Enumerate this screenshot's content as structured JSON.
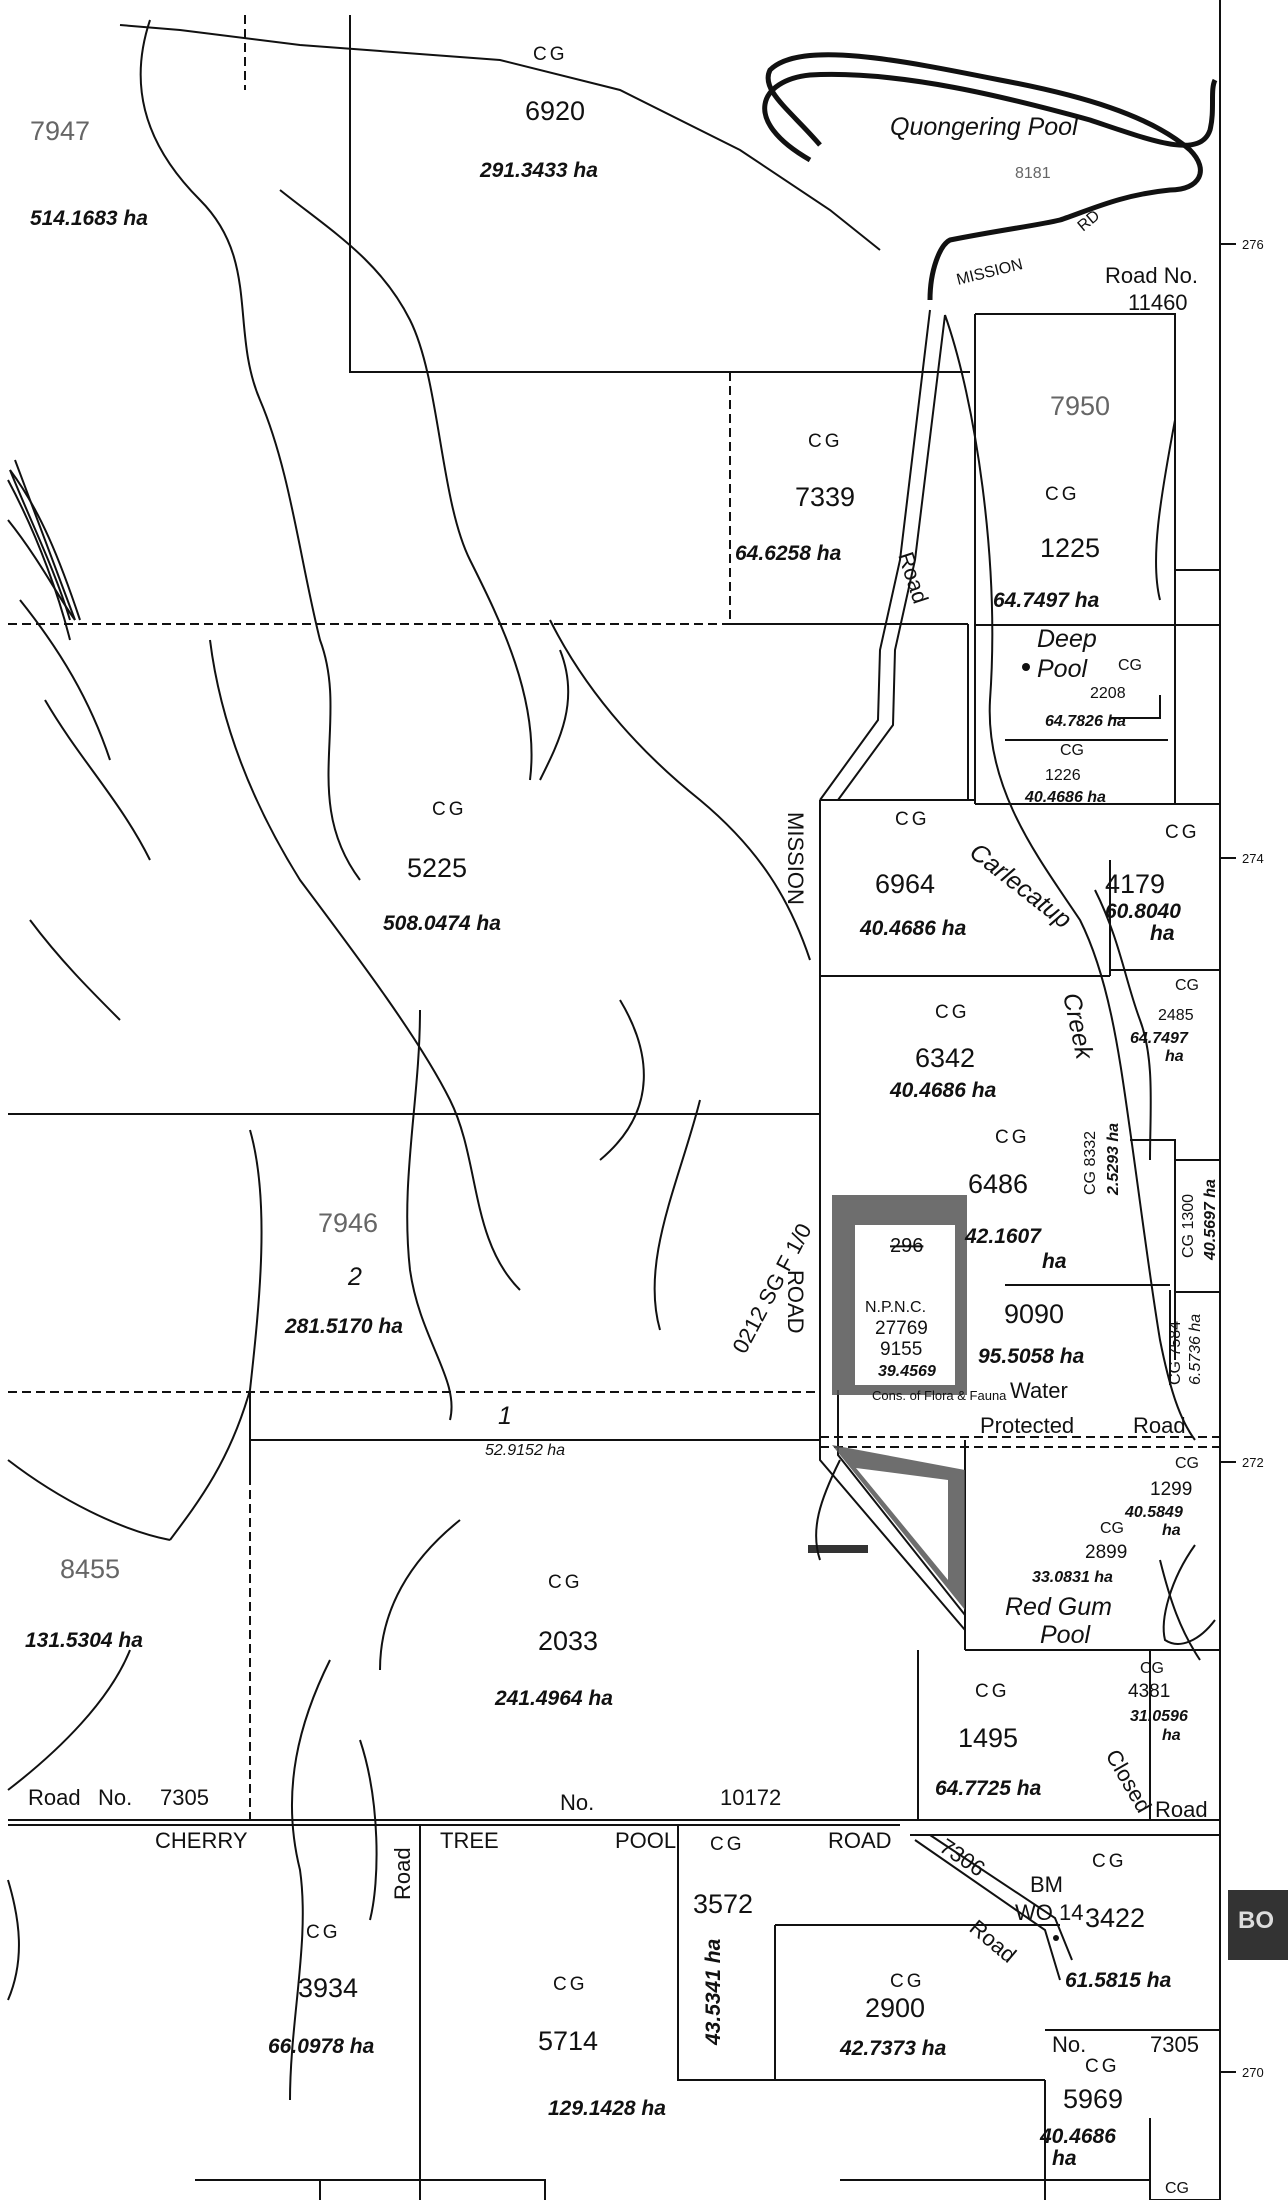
{
  "parcels": [
    {
      "id": "p7947",
      "number": "7947",
      "area": "514.1683 ha",
      "code": ""
    },
    {
      "id": "p6920",
      "number": "6920",
      "area": "291.3433 ha",
      "code": "CG"
    },
    {
      "id": "p7339",
      "number": "7339",
      "area": "64.6258 ha",
      "code": "CG"
    },
    {
      "id": "p1225",
      "number": "1225",
      "area": "64.7497 ha",
      "code": "CG"
    },
    {
      "id": "p7950",
      "number": "7950",
      "area": "",
      "code": ""
    },
    {
      "id": "p2208",
      "number": "2208",
      "area": "64.7826 ha",
      "code": "CG"
    },
    {
      "id": "p1226",
      "number": "1226",
      "area": "40.4686 ha",
      "code": "CG"
    },
    {
      "id": "p5225",
      "number": "5225",
      "area": "508.0474 ha",
      "code": "CG"
    },
    {
      "id": "p6964",
      "number": "6964",
      "area": "40.4686 ha",
      "code": "CG"
    },
    {
      "id": "p4179",
      "number": "4179",
      "area": "60.8040",
      "area2": "ha",
      "code": "CG"
    },
    {
      "id": "p2485",
      "number": "2485",
      "area": "64.7497",
      "area2": "ha",
      "code": "CG"
    },
    {
      "id": "p6342",
      "number": "6342",
      "area": "40.4686 ha",
      "code": "CG"
    },
    {
      "id": "p6486",
      "number": "6486",
      "area": "42.1607",
      "area2": "ha",
      "code": "CG"
    },
    {
      "id": "p8332",
      "number": "CG 8332",
      "area": "2.5293 ha",
      "code": ""
    },
    {
      "id": "p1300",
      "number": "CG 1300",
      "area": "40.5697 ha",
      "code": ""
    },
    {
      "id": "p7946",
      "number": "7946",
      "area": "281.5170 ha",
      "code": "",
      "sub": "2"
    },
    {
      "id": "pone",
      "number": "1",
      "area": "52.9152 ha",
      "code": ""
    },
    {
      "id": "p27769",
      "number": "27769",
      "area": "39.4569",
      "code": "N.P.N.C.",
      "extra": "9155",
      "note": "Cons. of Flora & Fauna",
      "struck": "296"
    },
    {
      "id": "p9090",
      "number": "9090",
      "area": "95.5058 ha",
      "code": "",
      "note1": "Water",
      "note2": "Protected"
    },
    {
      "id": "p7584",
      "number": "CG 7584",
      "area": "6.5736 ha",
      "code": ""
    },
    {
      "id": "p1299",
      "number": "1299",
      "area": "40.5849",
      "area2": "ha",
      "code": "CG"
    },
    {
      "id": "p8455",
      "number": "8455",
      "area": "131.5304 ha",
      "code": ""
    },
    {
      "id": "p2033",
      "number": "2033",
      "area": "241.4964 ha",
      "code": "CG"
    },
    {
      "id": "p2899",
      "number": "2899",
      "area": "33.0831 ha",
      "code": "CG"
    },
    {
      "id": "p1495",
      "number": "1495",
      "area": "64.7725 ha",
      "code": "CG"
    },
    {
      "id": "p4381",
      "number": "4381",
      "area": "31.0596",
      "area2": "ha",
      "code": "CG"
    },
    {
      "id": "p3934",
      "number": "3934",
      "area": "66.0978 ha",
      "code": "CG"
    },
    {
      "id": "p5714",
      "number": "5714",
      "area": "129.1428 ha",
      "code": "CG"
    },
    {
      "id": "p3572",
      "number": "3572",
      "area": "43.5341 ha",
      "code": "CG"
    },
    {
      "id": "p2900",
      "number": "2900",
      "area": "42.7373 ha",
      "code": "CG"
    },
    {
      "id": "p3422",
      "number": "3422",
      "area": "61.5815 ha",
      "code": "CG"
    },
    {
      "id": "p5969",
      "number": "5969",
      "area": "40.4686",
      "area2": "ha",
      "code": "CG"
    },
    {
      "id": "pcorner",
      "number": "",
      "area": "",
      "code": "CG"
    },
    {
      "id": "p8181",
      "number": "8181",
      "area": "",
      "code": ""
    }
  ],
  "place_names": {
    "quongering_pool": "Quongering Pool",
    "deep_pool_1": "Deep",
    "deep_pool_2": "Pool",
    "carlecatup": "Carlecatup",
    "creek": "Creek",
    "red_gum_1": "Red Gum",
    "red_gum_2": "Pool",
    "closed_road_1": "Closed",
    "closed_road_2": "Road",
    "bm_1": "BM",
    "bm_2": "WO 14"
  },
  "roads": {
    "mission_rd_1": "MISSION",
    "mission_rd_2": "RD",
    "road_no_1": "Road No.",
    "road_no_2": "11460",
    "road_vert": "Road",
    "mission_vert": "MISSION",
    "road_vert2": "ROAD",
    "road_7305_a": "Road",
    "road_7305_b": "No.",
    "road_7305_c": "7305",
    "no_10172_a": "No.",
    "no_10172_b": "10172",
    "cherry": "CHERRY",
    "tree": "TREE",
    "pool": "POOL",
    "road_word": "ROAD",
    "road_3934": "Road",
    "road_7306_a": "7306",
    "road_7306_b": "Road",
    "no_7305_e_a": "No.",
    "no_7305_e_b": "7305",
    "water_road": "Road",
    "road_ref": "0212 SG F 1/0"
  },
  "grid_ticks": [
    "276",
    "274",
    "272",
    "270"
  ],
  "edge_fragment": "BO"
}
